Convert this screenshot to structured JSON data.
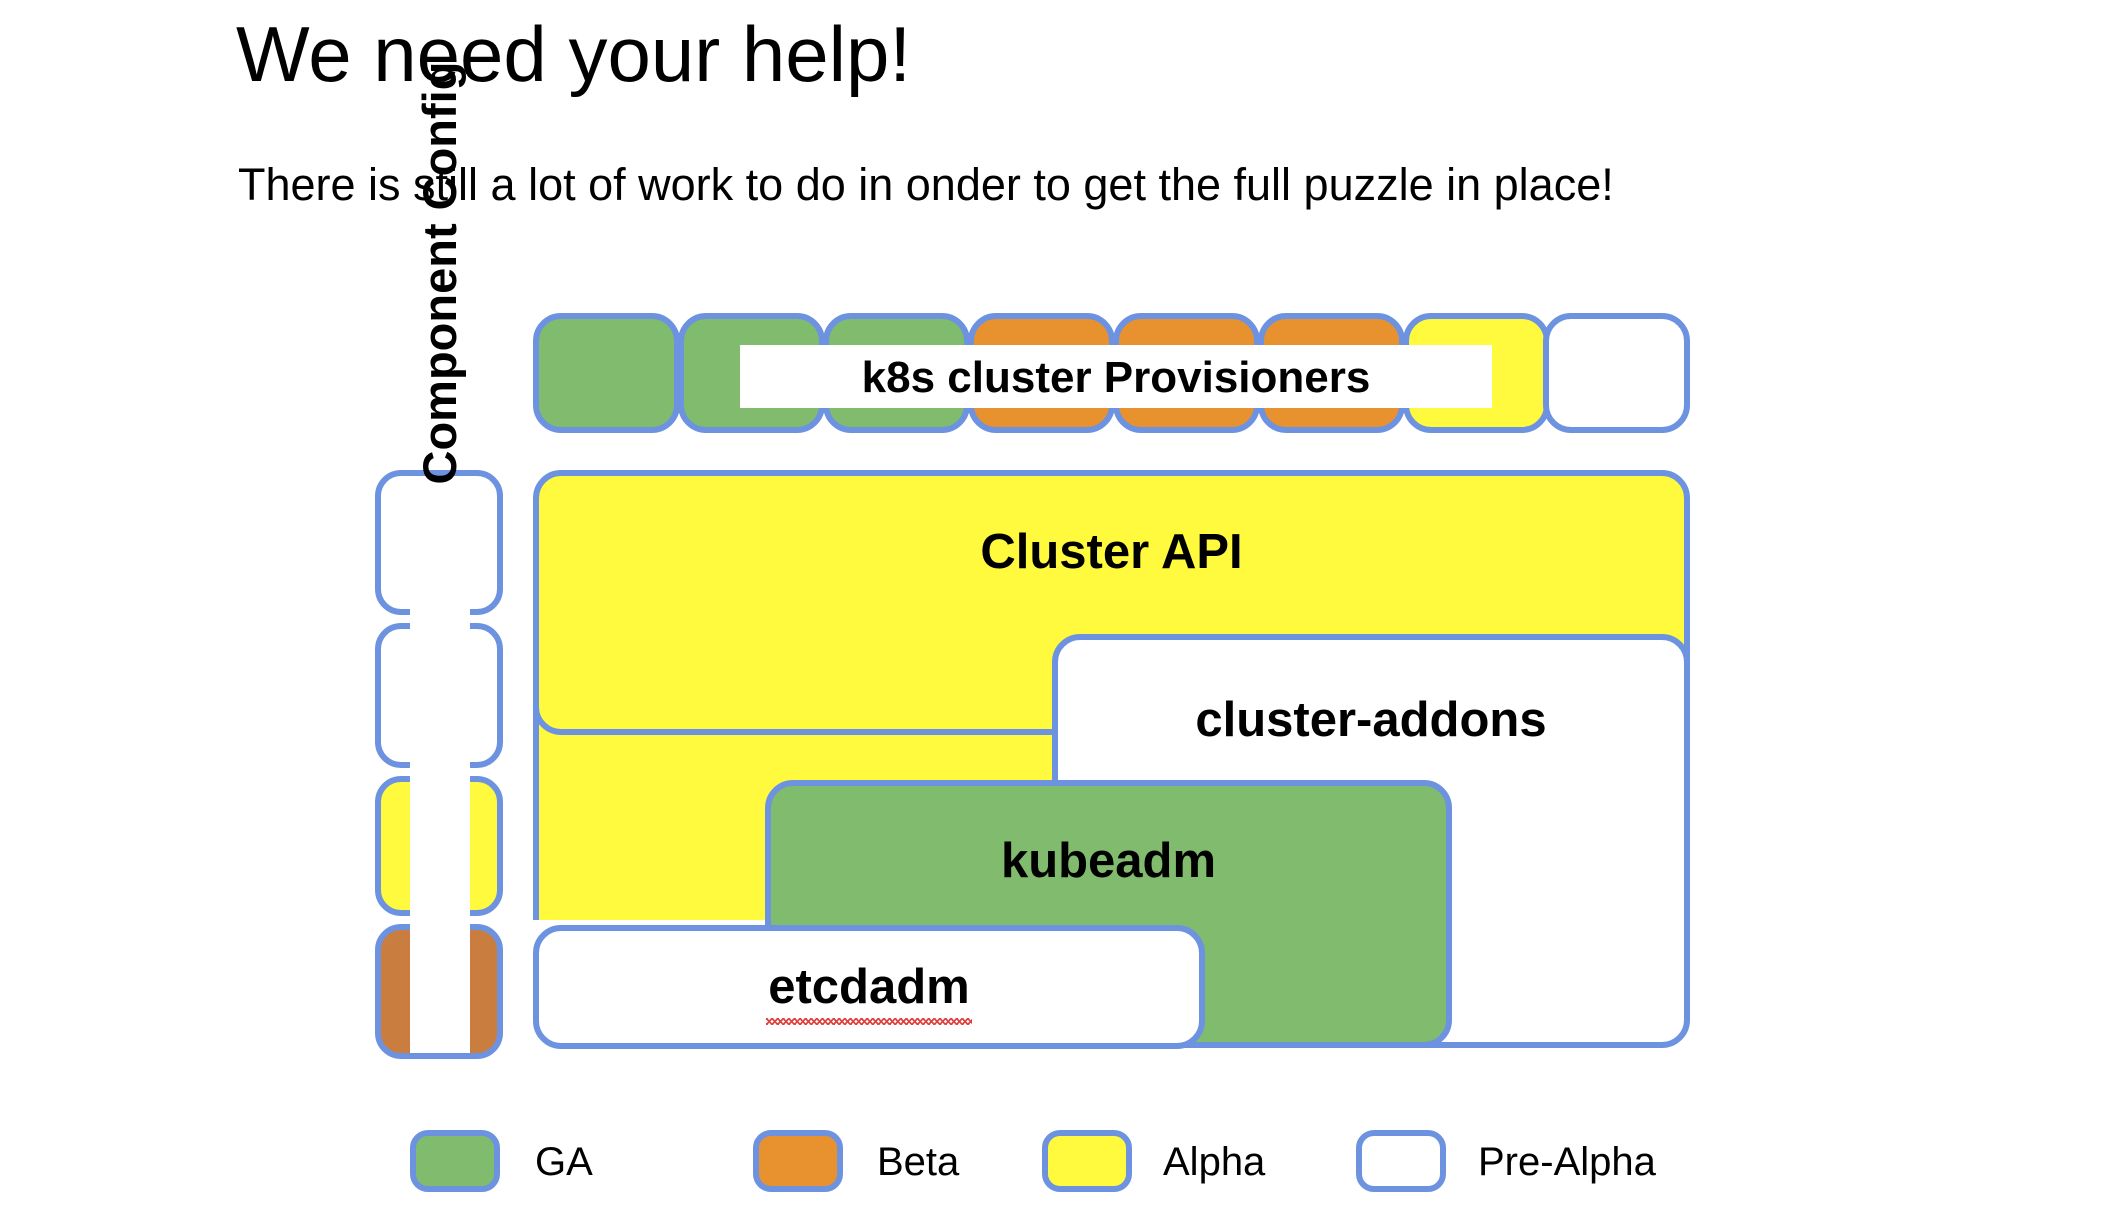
{
  "slide": {
    "title": "We need your help!",
    "subtitle": "There is still a lot of work to do in onder to get the full puzzle in place!"
  },
  "colors": {
    "border": "#6d93e0",
    "ga_green": "#81bb6e",
    "beta_orange": "#e8922f",
    "beta_orange_dark": "#c97d3e",
    "alpha_yellow": "#fffa3e",
    "prealpha_white": "#ffffff",
    "spellcheck_red": "#e04040"
  },
  "provisioners": {
    "banner_label": "k8s cluster Provisioners",
    "boxes": [
      {
        "status": "GA",
        "fill": "green"
      },
      {
        "status": "GA",
        "fill": "green"
      },
      {
        "status": "GA",
        "fill": "green"
      },
      {
        "status": "Beta",
        "fill": "orange"
      },
      {
        "status": "Beta",
        "fill": "orange"
      },
      {
        "status": "Beta",
        "fill": "orange"
      },
      {
        "status": "Alpha",
        "fill": "yellow"
      },
      {
        "status": "Pre-Alpha",
        "fill": "white"
      }
    ]
  },
  "component_config": {
    "label": "Component Config",
    "boxes": [
      {
        "status": "Pre-Alpha",
        "fill": "white"
      },
      {
        "status": "Pre-Alpha",
        "fill": "white"
      },
      {
        "status": "Alpha",
        "fill": "yellow"
      },
      {
        "status": "Beta",
        "fill": "brown"
      }
    ]
  },
  "stack": {
    "cluster_api": {
      "label": "Cluster API",
      "status": "Alpha",
      "fill": "yellow"
    },
    "cluster_addons": {
      "label": "cluster-addons",
      "status": "Pre-Alpha",
      "fill": "white"
    },
    "kubeadm": {
      "label": "kubeadm",
      "status": "GA",
      "fill": "green"
    },
    "etcdadm": {
      "label": "etcdadm",
      "status": "Pre-Alpha",
      "fill": "white",
      "misspelled": true
    }
  },
  "legend": {
    "items": [
      {
        "label": "GA",
        "fill": "green"
      },
      {
        "label": "Beta",
        "fill": "orange"
      },
      {
        "label": "Alpha",
        "fill": "yellow"
      },
      {
        "label": "Pre-Alpha",
        "fill": "white"
      }
    ]
  }
}
